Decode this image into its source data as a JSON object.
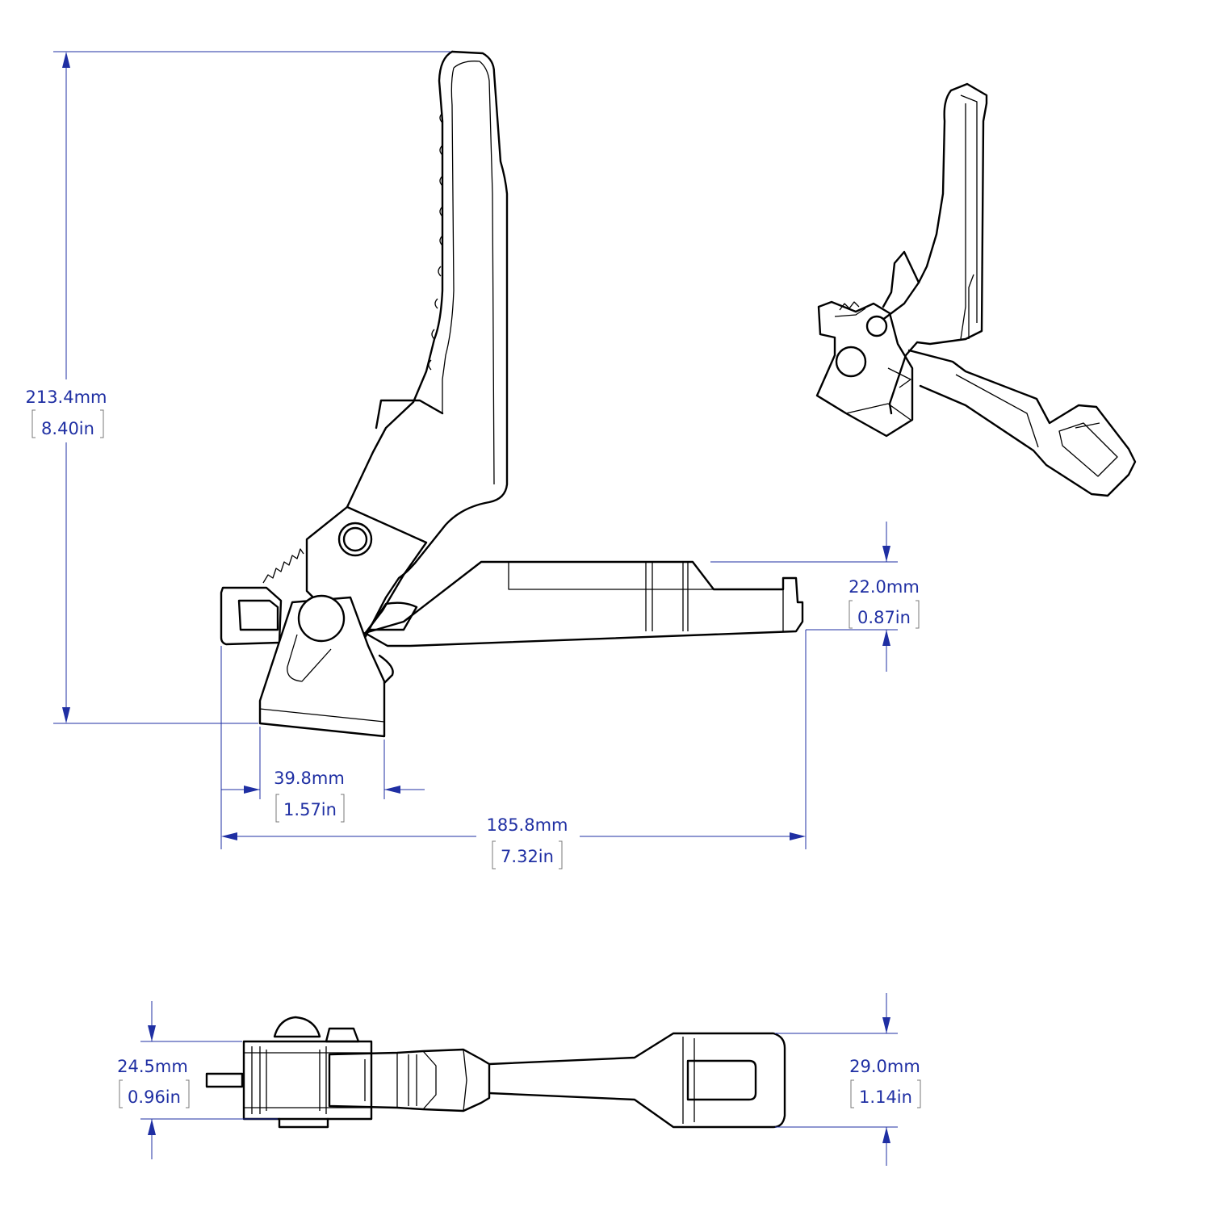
{
  "colors": {
    "dimension": "#1f2fa3",
    "part_outline": "#000000",
    "background": "#ffffff",
    "bracket": "#7a7a7a"
  },
  "dimensions": {
    "overall_height": {
      "mm": "213.4mm",
      "in": "8.40in"
    },
    "base_height": {
      "mm": "22.0mm",
      "in": "0.87in"
    },
    "foot_width": {
      "mm": "39.8mm",
      "in": "1.57in"
    },
    "overall_length": {
      "mm": "185.8mm",
      "in": "7.32in"
    },
    "clamp_width": {
      "mm": "24.5mm",
      "in": "0.96in"
    },
    "tip_width": {
      "mm": "29.0mm",
      "in": "1.14in"
    }
  }
}
